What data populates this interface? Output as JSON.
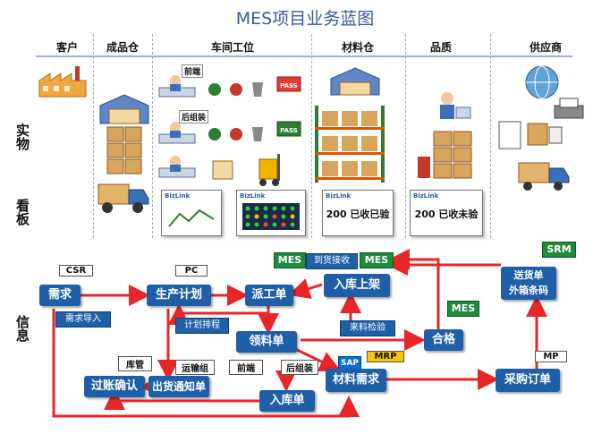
{
  "title": "MES项目业务蓝图",
  "columns": [
    "客户",
    "成品仓",
    "车间工位",
    "材料仓",
    "品质",
    "供应商"
  ],
  "rows": [
    "实物",
    "看板",
    "信息"
  ],
  "physical": {
    "workshop_front_label": "前端",
    "workshop_back_label": "后组装",
    "pass_label": "PASS"
  },
  "boards": {
    "brand": "BizLink",
    "material_text": "200 已收已验",
    "quality_text": "200 已收未验"
  },
  "flow": {
    "csr": "CSR",
    "xuqiu": "需求",
    "xuqiu_daoru": "需求导入",
    "pc": "PC",
    "shengchan_jihua": "生产计划",
    "jihua_paicheng": "计划排程",
    "mes1": "MES",
    "paigongdan": "派工单",
    "daohuo_jieshou": "到货接收",
    "mes2": "MES",
    "ruku_shangjia": "入库上架",
    "songhuodan": "送货单",
    "waixiang_tiaoma": "外箱条码",
    "srm": "SRM",
    "lingliaodan": "领料单",
    "laihuo_jianyan": "来料检验",
    "mes3": "MES",
    "hege": "合格",
    "kuguan": "库管",
    "yunshuzu": "运输组",
    "qianduan": "前端",
    "houzuzhuang": "后组装",
    "mrp": "MRP",
    "sap": "SAP",
    "mp": "MP",
    "guozhang_queren": "过账确认",
    "chuhuo_tongzhidan": "出货通知单",
    "rukudan": "入库单",
    "cailiao_xuqiu": "材料需求",
    "caigou_dingdan": "采购订单"
  },
  "colors": {
    "box_blue": "#1f5fa8",
    "arrow_red": "#e8262a",
    "mes_green": "#1e8a3c"
  }
}
